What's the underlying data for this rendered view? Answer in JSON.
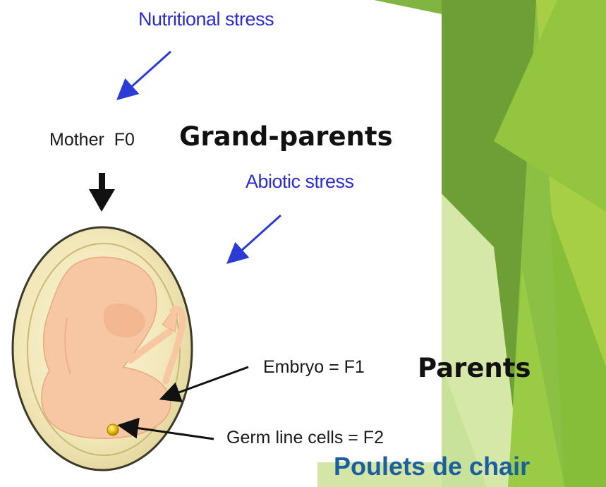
{
  "labels": {
    "nutritional_stress": "Nutritional stress",
    "mother": "Mother  F0",
    "grand_parents": "Grand-parents",
    "abiotic_stress": "Abiotic stress",
    "embryo": "Embryo = F1",
    "parents": "Parents",
    "germ_line": "Germ line cells = F2",
    "poulets": "Poulets de chair"
  },
  "icons": {
    "stress_arrow": "diagonal-arrow-icon",
    "down_arrow": "down-arrow-icon",
    "pointer_arrow": "pointer-arrow-icon"
  },
  "colors": {
    "stress_text": "#2b2bd6",
    "stress_arrow": "#2b3bd6",
    "title_accent": "#1b5fa0",
    "egg_fill": "#f5ecc4",
    "egg_outline": "#3a3a2a",
    "embryo_fill": "#f6c7a2",
    "green_dark": "#5f9a35",
    "green_light": "#a8d24a"
  }
}
